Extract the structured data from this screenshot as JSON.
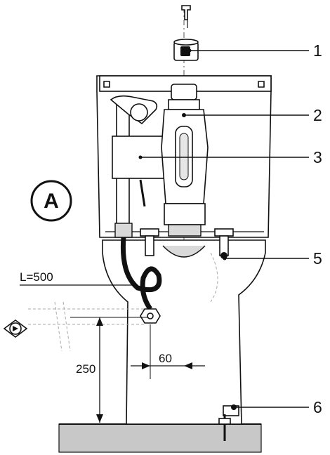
{
  "view_label": "A",
  "callouts": [
    {
      "id": "1",
      "text": "1"
    },
    {
      "id": "2",
      "text": "2"
    },
    {
      "id": "3",
      "text": "3"
    },
    {
      "id": "5",
      "text": "5"
    },
    {
      "id": "6",
      "text": "6"
    }
  ],
  "hose_label": "L=500",
  "dimensions": {
    "height": "250",
    "offset": "60"
  },
  "colors": {
    "line": "#111111",
    "floor": "#c8c8c8",
    "shade": "#d9d9d9"
  },
  "icons": [
    "water-supply-valve-icon"
  ]
}
